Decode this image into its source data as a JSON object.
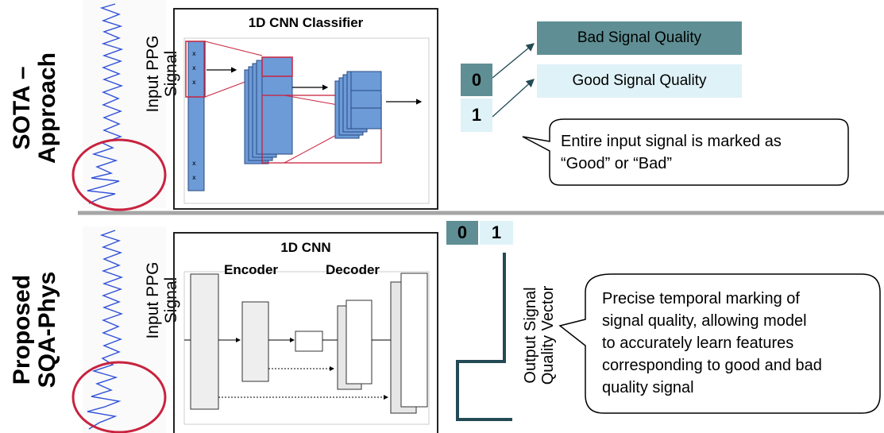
{
  "top": {
    "side_label_line1": "SOTA –",
    "side_label_line2": "Approach",
    "ppg_label_line1": "Input PPG",
    "ppg_label_line2": "Signal",
    "model_title": "1D CNN Classifier",
    "bad_label": "Bad Signal Quality",
    "good_label": "Good Signal Quality",
    "digit_zero": "0",
    "digit_one": "1",
    "callout_line1": "Entire input signal is marked as",
    "callout_line2": "“Good” or “Bad”"
  },
  "bottom": {
    "side_label_line1": "Proposed",
    "side_label_line2": "SQA-Phys",
    "ppg_label_line1": "Input PPG",
    "ppg_label_line2": "Signal",
    "model_title": "1D CNN",
    "encoder_label": "Encoder",
    "decoder_label": "Decoder",
    "digit_zero": "0",
    "digit_one": "1",
    "output_label_line1": "Output Signal",
    "output_label_line2": "Quality Vector",
    "callout_lines": [
      "Precise temporal marking of",
      "signal quality, allowing model",
      "to accurately learn features",
      "corresponding to good and bad",
      "quality signal"
    ]
  },
  "colors": {
    "dark_teal": "#5f8f94",
    "light_cyan": "#dff2f7",
    "signal_blue": "#2f50d8",
    "feature_blue": "#6c9bd8",
    "red_highlight": "#c8233f",
    "divider_gray": "#a6a6a6",
    "quality_line": "#234a55"
  }
}
